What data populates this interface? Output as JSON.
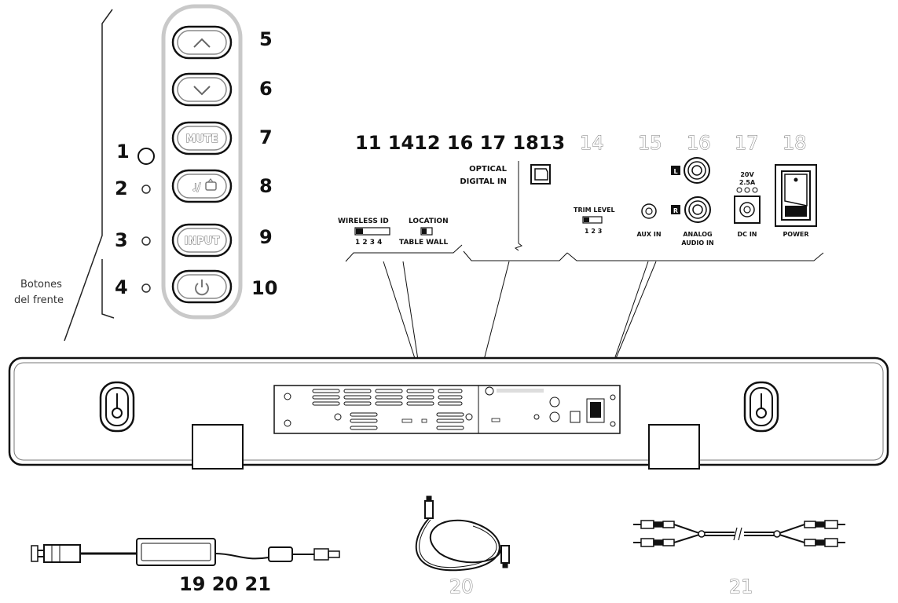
{
  "front_panel": {
    "caption_line1": "Botones",
    "caption_line2": "del frente",
    "buttons": [
      {
        "number": "5",
        "label": "",
        "icon": "chevron-up-icon"
      },
      {
        "number": "6",
        "label": "",
        "icon": "chevron-down-icon"
      },
      {
        "number": "7",
        "label": "MUTE",
        "icon": ""
      },
      {
        "number": "8",
        "label": "♩/",
        "icon": "tv-icon"
      },
      {
        "number": "9",
        "label": "INPUT",
        "icon": ""
      },
      {
        "number": "10",
        "label": "",
        "icon": "power-icon"
      }
    ],
    "indicators": [
      {
        "number": "1"
      },
      {
        "number": "2"
      },
      {
        "number": "3"
      },
      {
        "number": "4"
      }
    ]
  },
  "rear_panel": {
    "header_numbers": "11 1412 16 17 1813",
    "wireless_id": {
      "label": "WIRELESS ID",
      "positions": "1 2 3 4"
    },
    "location": {
      "label": "LOCATION",
      "positions": "TABLE WALL"
    },
    "optical": {
      "line1": "OPTICAL",
      "line2": "DIGITAL IN"
    },
    "trim_level": {
      "label": "TRIM LEVEL",
      "positions": "1 2 3"
    },
    "aux_in": {
      "label": "AUX IN"
    },
    "analog": {
      "line1": "ANALOG",
      "line2": "AUDIO IN",
      "left": "L",
      "right": "R"
    },
    "dc_in": {
      "label": "DC IN",
      "rating1": "20V",
      "rating2": "2.5A"
    },
    "power": {
      "label": "POWER"
    },
    "callouts": [
      "14",
      "15",
      "16",
      "17",
      "18"
    ]
  },
  "accessories": [
    {
      "number": "19 20 21",
      "item": "power-adapter"
    },
    {
      "number": "20",
      "item": "optical-cable"
    },
    {
      "number": "21",
      "item": "rca-cable"
    }
  ]
}
